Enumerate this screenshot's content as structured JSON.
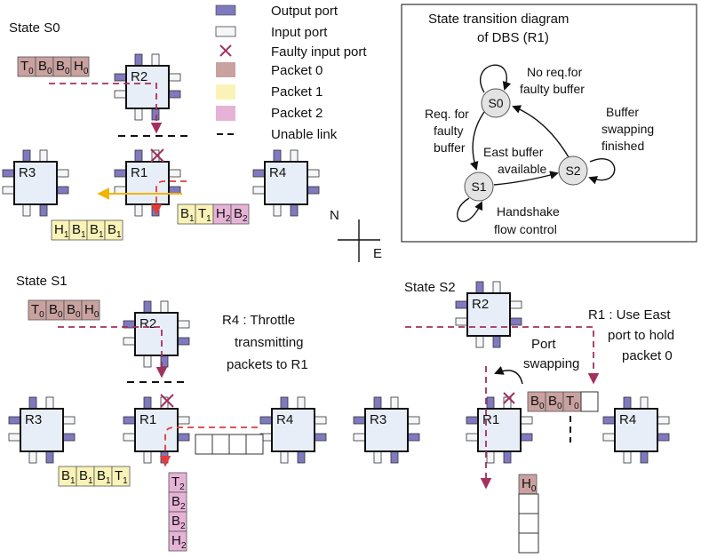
{
  "colors": {
    "output_port": "#7f79c0",
    "input_port": "#f4f6fa",
    "router_fill": "#e8eef7",
    "faulty_mark": "#a3305e",
    "packet0": "#c9a2a0",
    "packet1": "#faf3b8",
    "packet2": "#e6b3d6",
    "dashed_path": "#a3305e",
    "red_path": "#e23b3b",
    "yellow_arrow": "#f2b400"
  },
  "legend": {
    "output_port": "Output port",
    "input_port": "Input port",
    "faulty_input_port": "Faulty input port",
    "packet0": "Packet 0",
    "packet1": "Packet 1",
    "packet2": "Packet 2",
    "unable_link": "Unable link"
  },
  "states": {
    "s0": {
      "title": "State S0",
      "routers": [
        "R2",
        "R3",
        "R1",
        "R4"
      ],
      "packet0_flits": [
        [
          "T",
          "0"
        ],
        [
          "B",
          "0"
        ],
        [
          "B",
          "0"
        ],
        [
          "H",
          "0"
        ]
      ],
      "packet1_flits": [
        [
          "H",
          "1"
        ],
        [
          "B",
          "1"
        ],
        [
          "B",
          "1"
        ],
        [
          "B",
          "1"
        ]
      ],
      "east_flits": [
        [
          "B",
          "1"
        ],
        [
          "T",
          "1"
        ],
        [
          "H",
          "2"
        ],
        [
          "B",
          "2"
        ]
      ]
    },
    "s1": {
      "title": "State S1",
      "routers": [
        "R2",
        "R3",
        "R1",
        "R4"
      ],
      "packet0_flits": [
        [
          "T",
          "0"
        ],
        [
          "B",
          "0"
        ],
        [
          "B",
          "0"
        ],
        [
          "H",
          "0"
        ]
      ],
      "packet1_flits": [
        [
          "B",
          "1"
        ],
        [
          "B",
          "1"
        ],
        [
          "B",
          "1"
        ],
        [
          "T",
          "1"
        ]
      ],
      "packet2_flits": [
        [
          "T",
          "2"
        ],
        [
          "B",
          "2"
        ],
        [
          "B",
          "2"
        ],
        [
          "H",
          "2"
        ]
      ],
      "annotation_lines": [
        "R4 :  Throttle",
        "transmitting",
        "packets to R1"
      ]
    },
    "s2": {
      "title": "State S2",
      "routers": [
        "R2",
        "R3",
        "R1",
        "R4"
      ],
      "buffer_flits": [
        [
          "B",
          "0"
        ],
        [
          "B",
          "0"
        ],
        [
          "T",
          "0"
        ]
      ],
      "h0_flit": [
        "H",
        "0"
      ],
      "port_swap_lines": [
        "Port",
        "swapping"
      ],
      "r1_note_lines": [
        "R1 :  Use East",
        "port to hold",
        "packet 0"
      ]
    }
  },
  "compass": {
    "north": "N",
    "east": "E"
  },
  "fsm": {
    "title_lines": [
      "State transition diagram",
      "of DBS (R1)"
    ],
    "states": [
      "S0",
      "S1",
      "S2"
    ],
    "no_req_lines": [
      "No req.for",
      "faulty buffer"
    ],
    "req_lines": [
      "Req. for",
      "faulty",
      "buffer"
    ],
    "east_avail_lines": [
      "East buffer",
      "available"
    ],
    "swap_done_lines": [
      "Buffer",
      "swapping",
      "finished"
    ],
    "handshake_lines": [
      "Handshake",
      "flow control"
    ]
  }
}
